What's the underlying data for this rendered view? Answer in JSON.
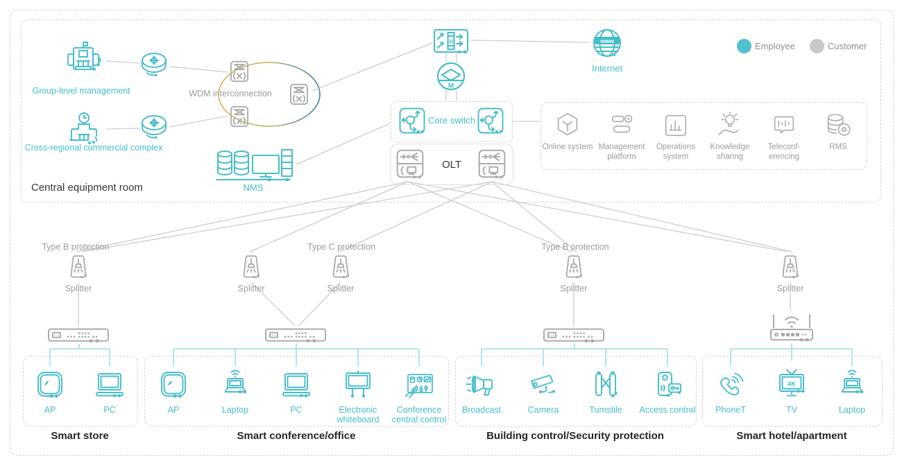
{
  "central_room": {
    "label": "Central equipment room",
    "group_mgmt_label": "Group-level management",
    "cross_regional_label": "Cross-regional commercial complex",
    "wdm_label": "WDM interconnection",
    "nms_label": "NMS",
    "core_switch_label": "Core switch",
    "olt_label": "OLT",
    "ai_switch_text": "AI",
    "m_router_text": "M"
  },
  "internet": {
    "label": "Internet",
    "www_text": "www"
  },
  "legend": {
    "employee_label": "Employee",
    "customer_label": "Customer",
    "employee_color": "#4fc2ce",
    "customer_color": "#c9c9c9"
  },
  "services": {
    "items": [
      {
        "label": "Online system",
        "icon": "hexagon"
      },
      {
        "label": "Management platform",
        "icon": "platform"
      },
      {
        "label": "Operations system",
        "icon": "bar-chart"
      },
      {
        "label": "Knowledge sharing",
        "icon": "bulb-hand"
      },
      {
        "label": "Teleconf-erencing",
        "icon": "speech-bars"
      },
      {
        "label": "RMS",
        "icon": "database-disc"
      }
    ]
  },
  "access": {
    "protection_b1": "Type B protection",
    "protection_c": "Type C protection",
    "protection_b2": "Type B protection",
    "splitter_label": "Splitter"
  },
  "zones": [
    {
      "name": "Smart store",
      "devices": [
        {
          "label": "AP"
        },
        {
          "label": "PC"
        }
      ]
    },
    {
      "name": "Smart conference/office",
      "devices": [
        {
          "label": "AP"
        },
        {
          "label": "Laptop"
        },
        {
          "label": "PC"
        },
        {
          "label": "Electronic whiteboard"
        },
        {
          "label": "Conference central control"
        }
      ]
    },
    {
      "name": "Building control/Security protection",
      "devices": [
        {
          "label": "Broadcast"
        },
        {
          "label": "Camera"
        },
        {
          "label": "Turnstile"
        },
        {
          "label": "Access control"
        }
      ]
    },
    {
      "name": "Smart hotel/apartment",
      "devices": [
        {
          "label": "PhoneT"
        },
        {
          "label": "TV",
          "icon_text": "4K"
        },
        {
          "label": "Laptop"
        }
      ]
    }
  ],
  "colors": {
    "teal": "#45bdc9",
    "gray": "#ababab",
    "line": "#cccccc",
    "teal_line": "#9adbe1"
  }
}
